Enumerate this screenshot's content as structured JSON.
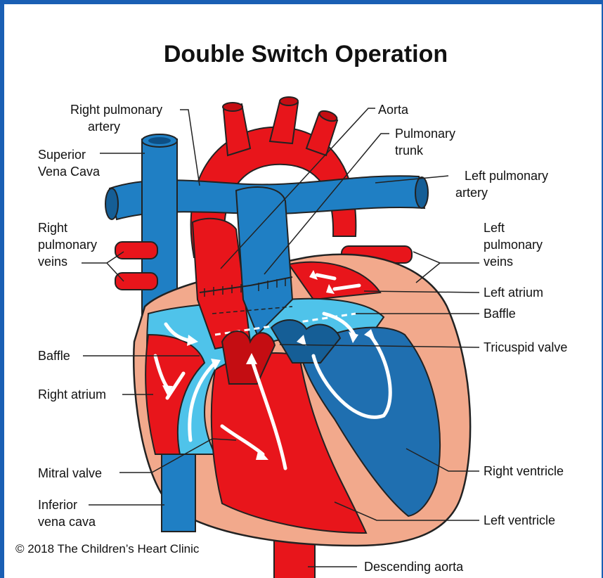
{
  "title": "Double Switch Operation",
  "copyright": "© 2018 The Children’s Heart Clinic",
  "labels": {
    "right_pulmonary_artery": [
      "Right pulmonary",
      "artery"
    ],
    "superior_vena_cava": [
      "Superior",
      "Vena Cava"
    ],
    "right_pulmonary_veins": [
      "Right",
      "pulmonary",
      "veins"
    ],
    "baffle_left": "Baffle",
    "right_atrium": "Right atrium",
    "mitral_valve": "Mitral valve",
    "inferior_vena_cava": [
      "Inferior",
      "vena cava"
    ],
    "aorta": "Aorta",
    "pulmonary_trunk": [
      "Pulmonary",
      "trunk"
    ],
    "left_pulmonary_artery": [
      "Left pulmonary",
      "artery"
    ],
    "left_pulmonary_veins": [
      "Left",
      "pulmonary",
      "veins"
    ],
    "left_atrium": "Left atrium",
    "baffle_right": "Baffle",
    "tricuspid_valve": "Tricuspid valve",
    "right_ventricle": "Right ventricle",
    "left_ventricle": "Left ventricle",
    "descending_aorta": "Descending aorta"
  },
  "colors": {
    "oxygenated": "#e8151b",
    "deoxygenated": "#1f7fc4",
    "baffle": "#4fc3ea",
    "pericardium": "#f2a98c",
    "outline": "#222222"
  }
}
